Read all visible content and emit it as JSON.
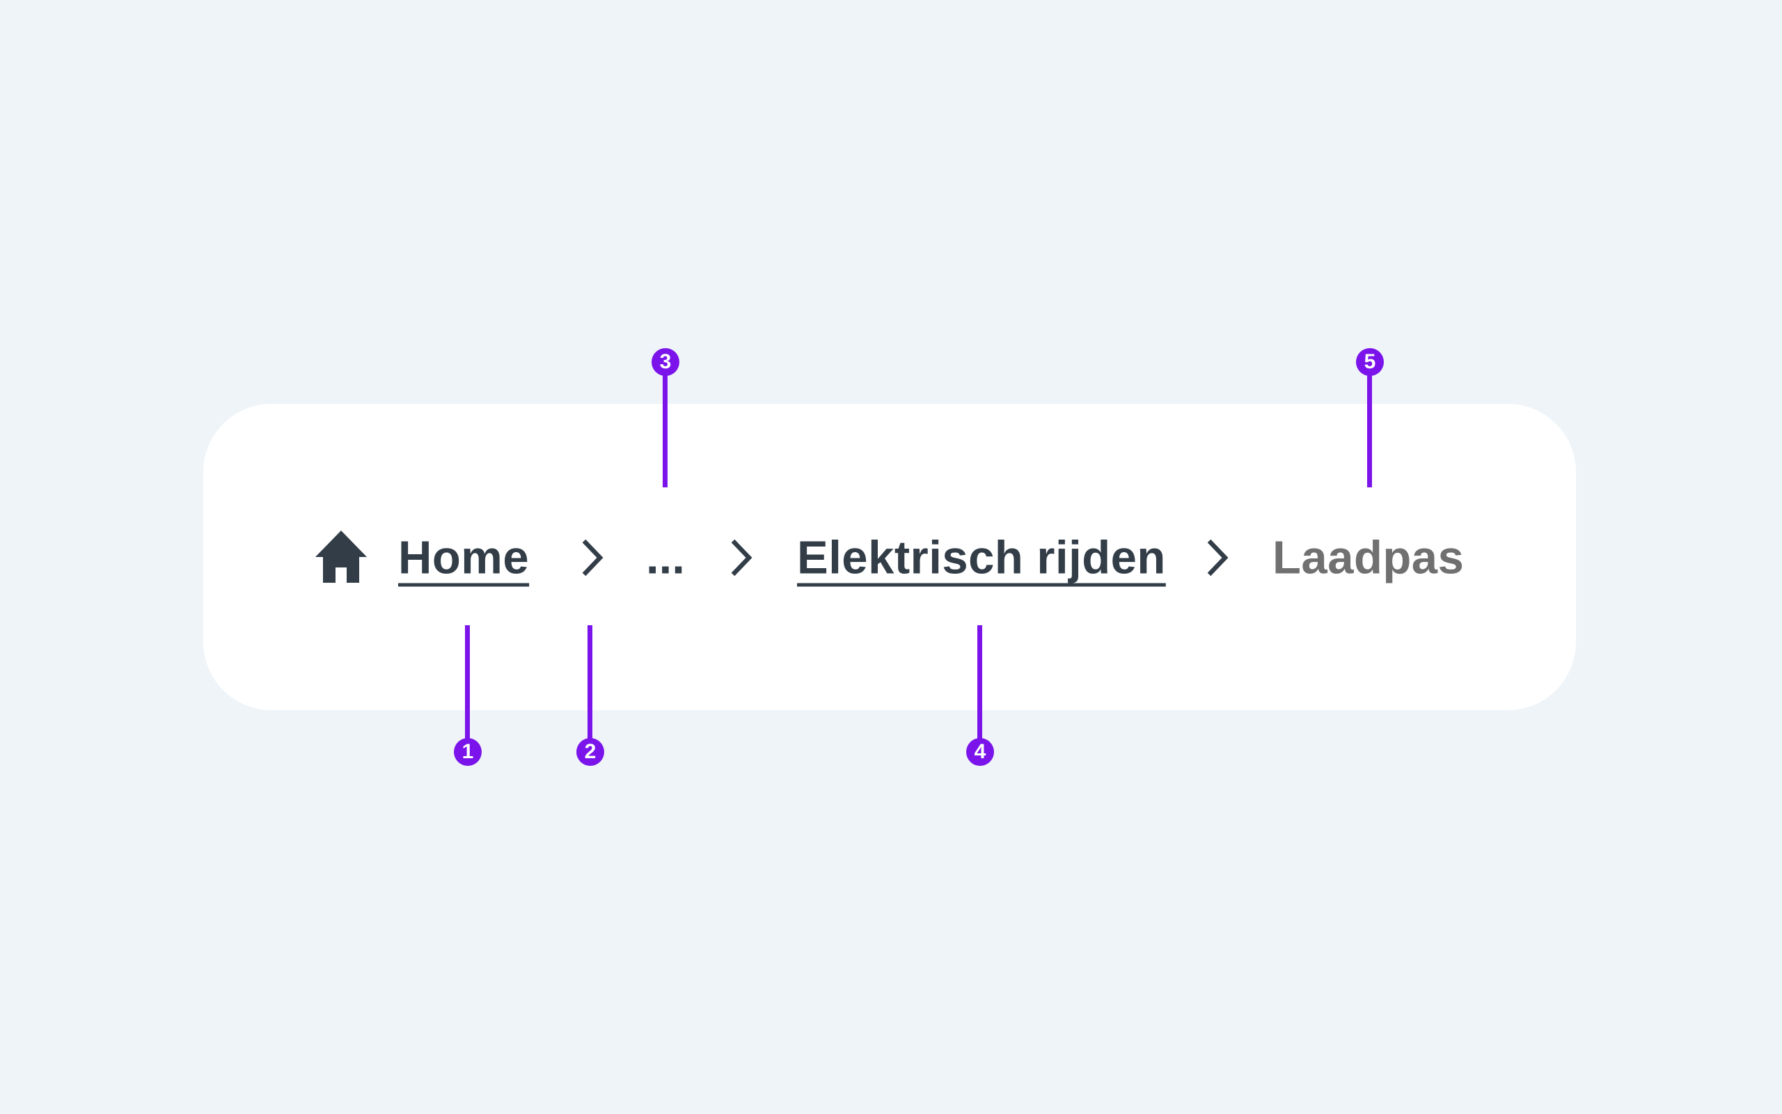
{
  "breadcrumb": {
    "home_label": "Home",
    "ellipsis": "...",
    "parent_label": "Elektrisch rijden",
    "current_label": "Laadpas"
  },
  "callouts": [
    "1",
    "2",
    "3",
    "4",
    "5"
  ],
  "icons": {
    "home": "home-icon",
    "separator": "chevron-right-icon"
  },
  "colors": {
    "background": "#eff4f8",
    "card": "#ffffff",
    "text": "#323d48",
    "current": "#707070",
    "accent": "#7b14ea"
  }
}
